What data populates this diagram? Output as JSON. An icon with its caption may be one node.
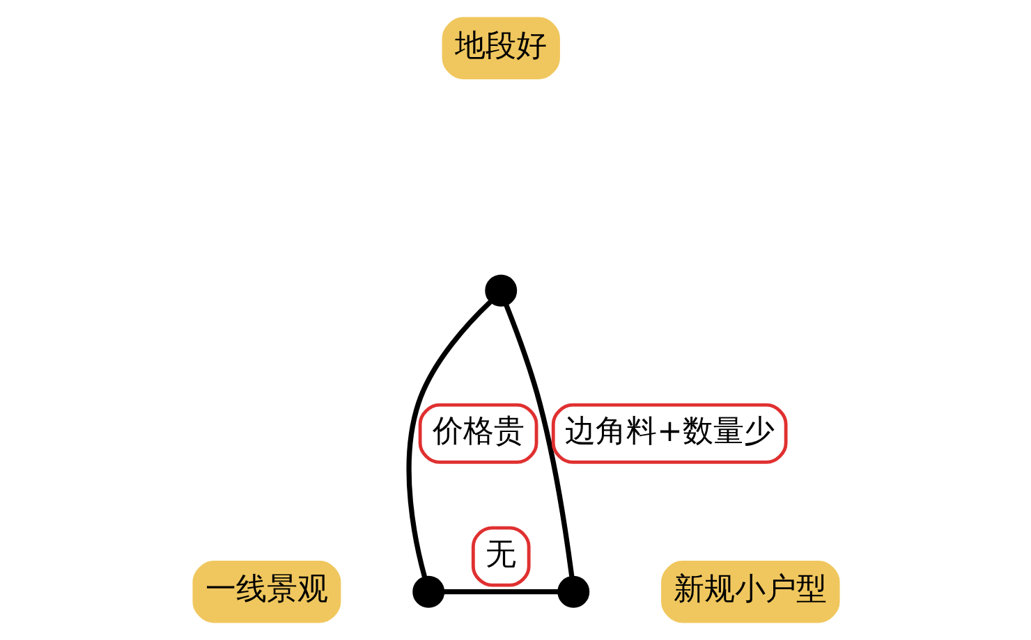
{
  "diagram": {
    "nodes": [
      {
        "text": [
          "地段好"
        ]
      },
      {
        "text": [],
        "shape": "circle"
      },
      {
        "text": [
          "一线景观"
        ]
      },
      {
        "text": [],
        "shape": "circle"
      },
      {
        "text": [],
        "shape": "circle"
      },
      {
        "text": [
          "新规小户型"
        ]
      }
    ],
    "edges": [
      {
        "from": 1,
        "to": 3,
        "arrow": "none",
        "label": "价格贵"
      },
      {
        "from": 1,
        "to": 4,
        "arrow": "none",
        "label": "边角料+数量少"
      },
      {
        "from": 3,
        "to": 4,
        "arrow": "none",
        "label": "无"
      }
    ]
  }
}
